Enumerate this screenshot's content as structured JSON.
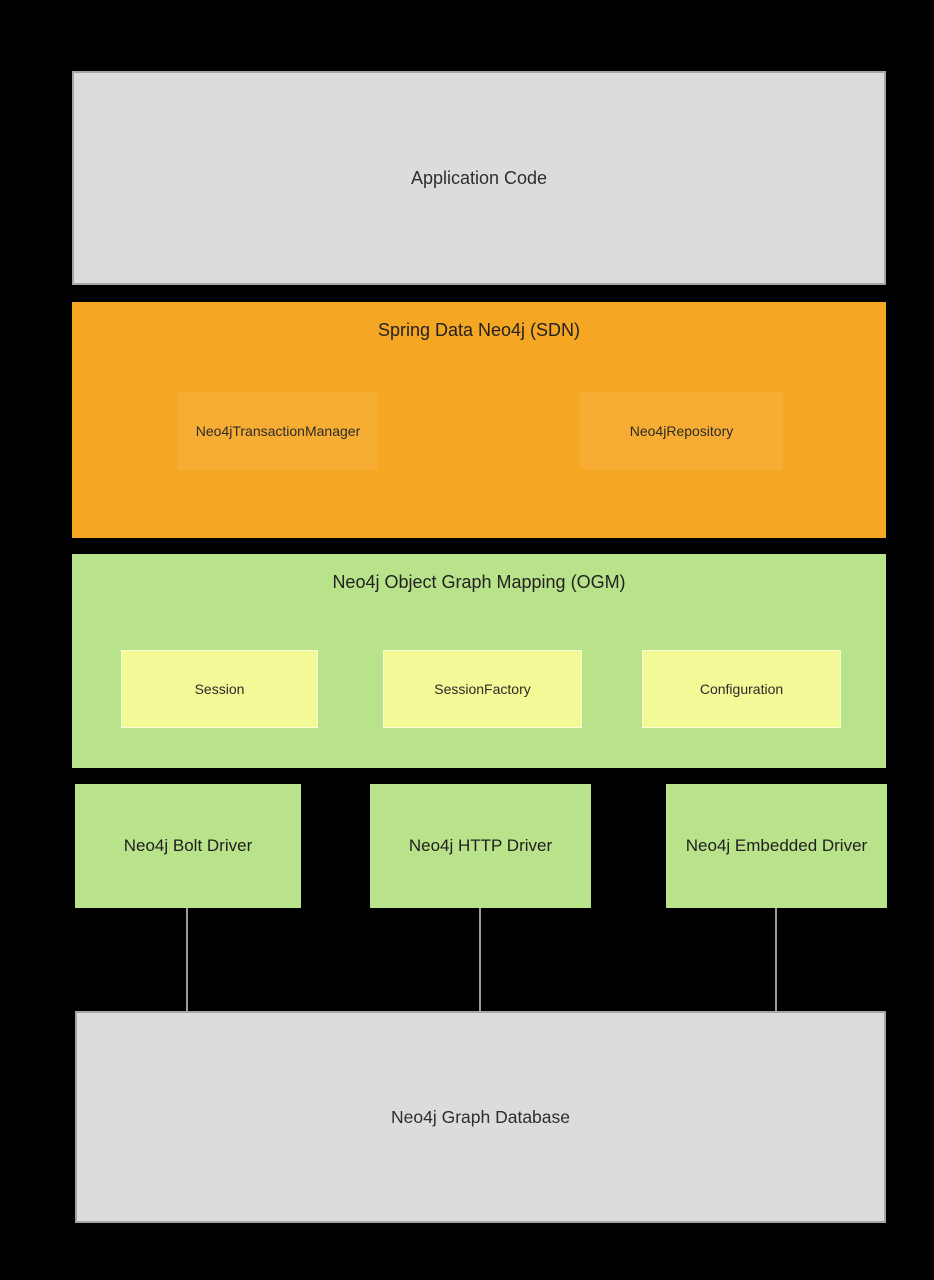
{
  "diagram": {
    "title_implied": "Spring Data Neo4j architecture stack",
    "colors": {
      "background": "#000000",
      "grey_box_fill": "#dcdcdc",
      "grey_box_border": "#a5a5a5",
      "sdn_orange": "#f5a623",
      "sdn_inner_orange": "#f7ad33",
      "ogm_green": "#b9e38a",
      "ogm_inner_yellow": "#f2f996",
      "driver_green": "#b9e38a",
      "connector_grey": "#9a9a9a",
      "text": "#2b2b2b"
    },
    "layers": {
      "application": {
        "label": "Application Code"
      },
      "sdn": {
        "title": "Spring Data Neo4j (SDN)",
        "components": [
          {
            "label": "Neo4jTransactionManager"
          },
          {
            "label": "Neo4jRepository"
          }
        ]
      },
      "ogm": {
        "title": "Neo4j Object Graph Mapping (OGM)",
        "components": [
          {
            "label": "Session"
          },
          {
            "label": "SessionFactory"
          },
          {
            "label": "Configuration"
          }
        ]
      },
      "drivers": [
        {
          "label": "Neo4j Bolt Driver"
        },
        {
          "label": "Neo4j HTTP Driver"
        },
        {
          "label": "Neo4j Embedded Driver"
        }
      ],
      "database": {
        "label": "Neo4j Graph Database"
      }
    }
  }
}
